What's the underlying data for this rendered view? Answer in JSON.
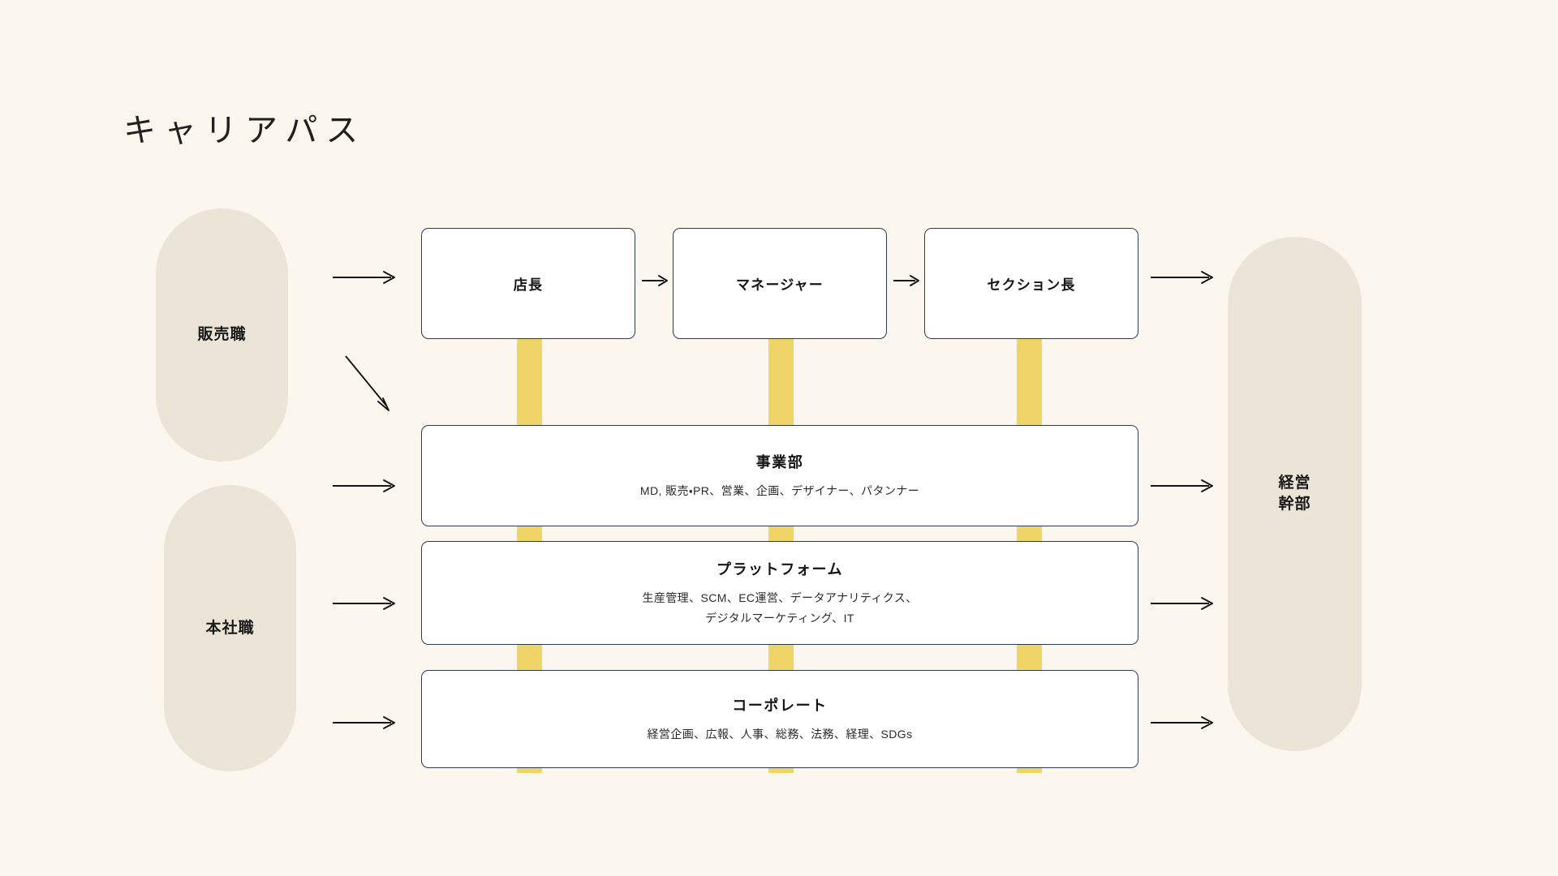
{
  "page": {
    "title": "キャリアパス",
    "background_color": "#FBF7EE"
  },
  "colors": {
    "background": "#FBF7EE",
    "pill_fill": "#EAE5D7",
    "connector_yellow": "#EFD468",
    "box_border": "#2C3A50",
    "box_fill": "#FFFFFF",
    "text": "#1A1A1A"
  },
  "left_tracks": [
    {
      "id": "sales",
      "label": "販売職"
    },
    {
      "id": "headquarters",
      "label": "本社職"
    }
  ],
  "right_goal": {
    "id": "executive",
    "label": "経営\n幹部"
  },
  "store_track": {
    "steps": [
      {
        "id": "store-manager",
        "title": "店長"
      },
      {
        "id": "manager",
        "title": "マネージャー"
      },
      {
        "id": "section-chief",
        "title": "セクション長"
      }
    ],
    "step_arrow": "→"
  },
  "departments": [
    {
      "id": "business-division",
      "title": "事業部",
      "roles": "MD, 販売・PR、営業、企画、デザイナー、パタンナー"
    },
    {
      "id": "platform",
      "title": "プラットフォーム",
      "roles": "生産管理、SCM、EC運営、データアナリティクス、\nデジタルマーケティング、IT"
    },
    {
      "id": "corporate",
      "title": "コーポレート",
      "roles": "経営企画、広報、人事、総務、法務、経理、SDGs"
    }
  ],
  "connectors": {
    "entry_arrow_icon": "arrow-right-icon",
    "diagonal_arrow_icon": "arrow-down-right-icon",
    "exit_arrow_icon": "arrow-right-icon",
    "vertical_bar_icon": "vertical-connector-bar"
  }
}
